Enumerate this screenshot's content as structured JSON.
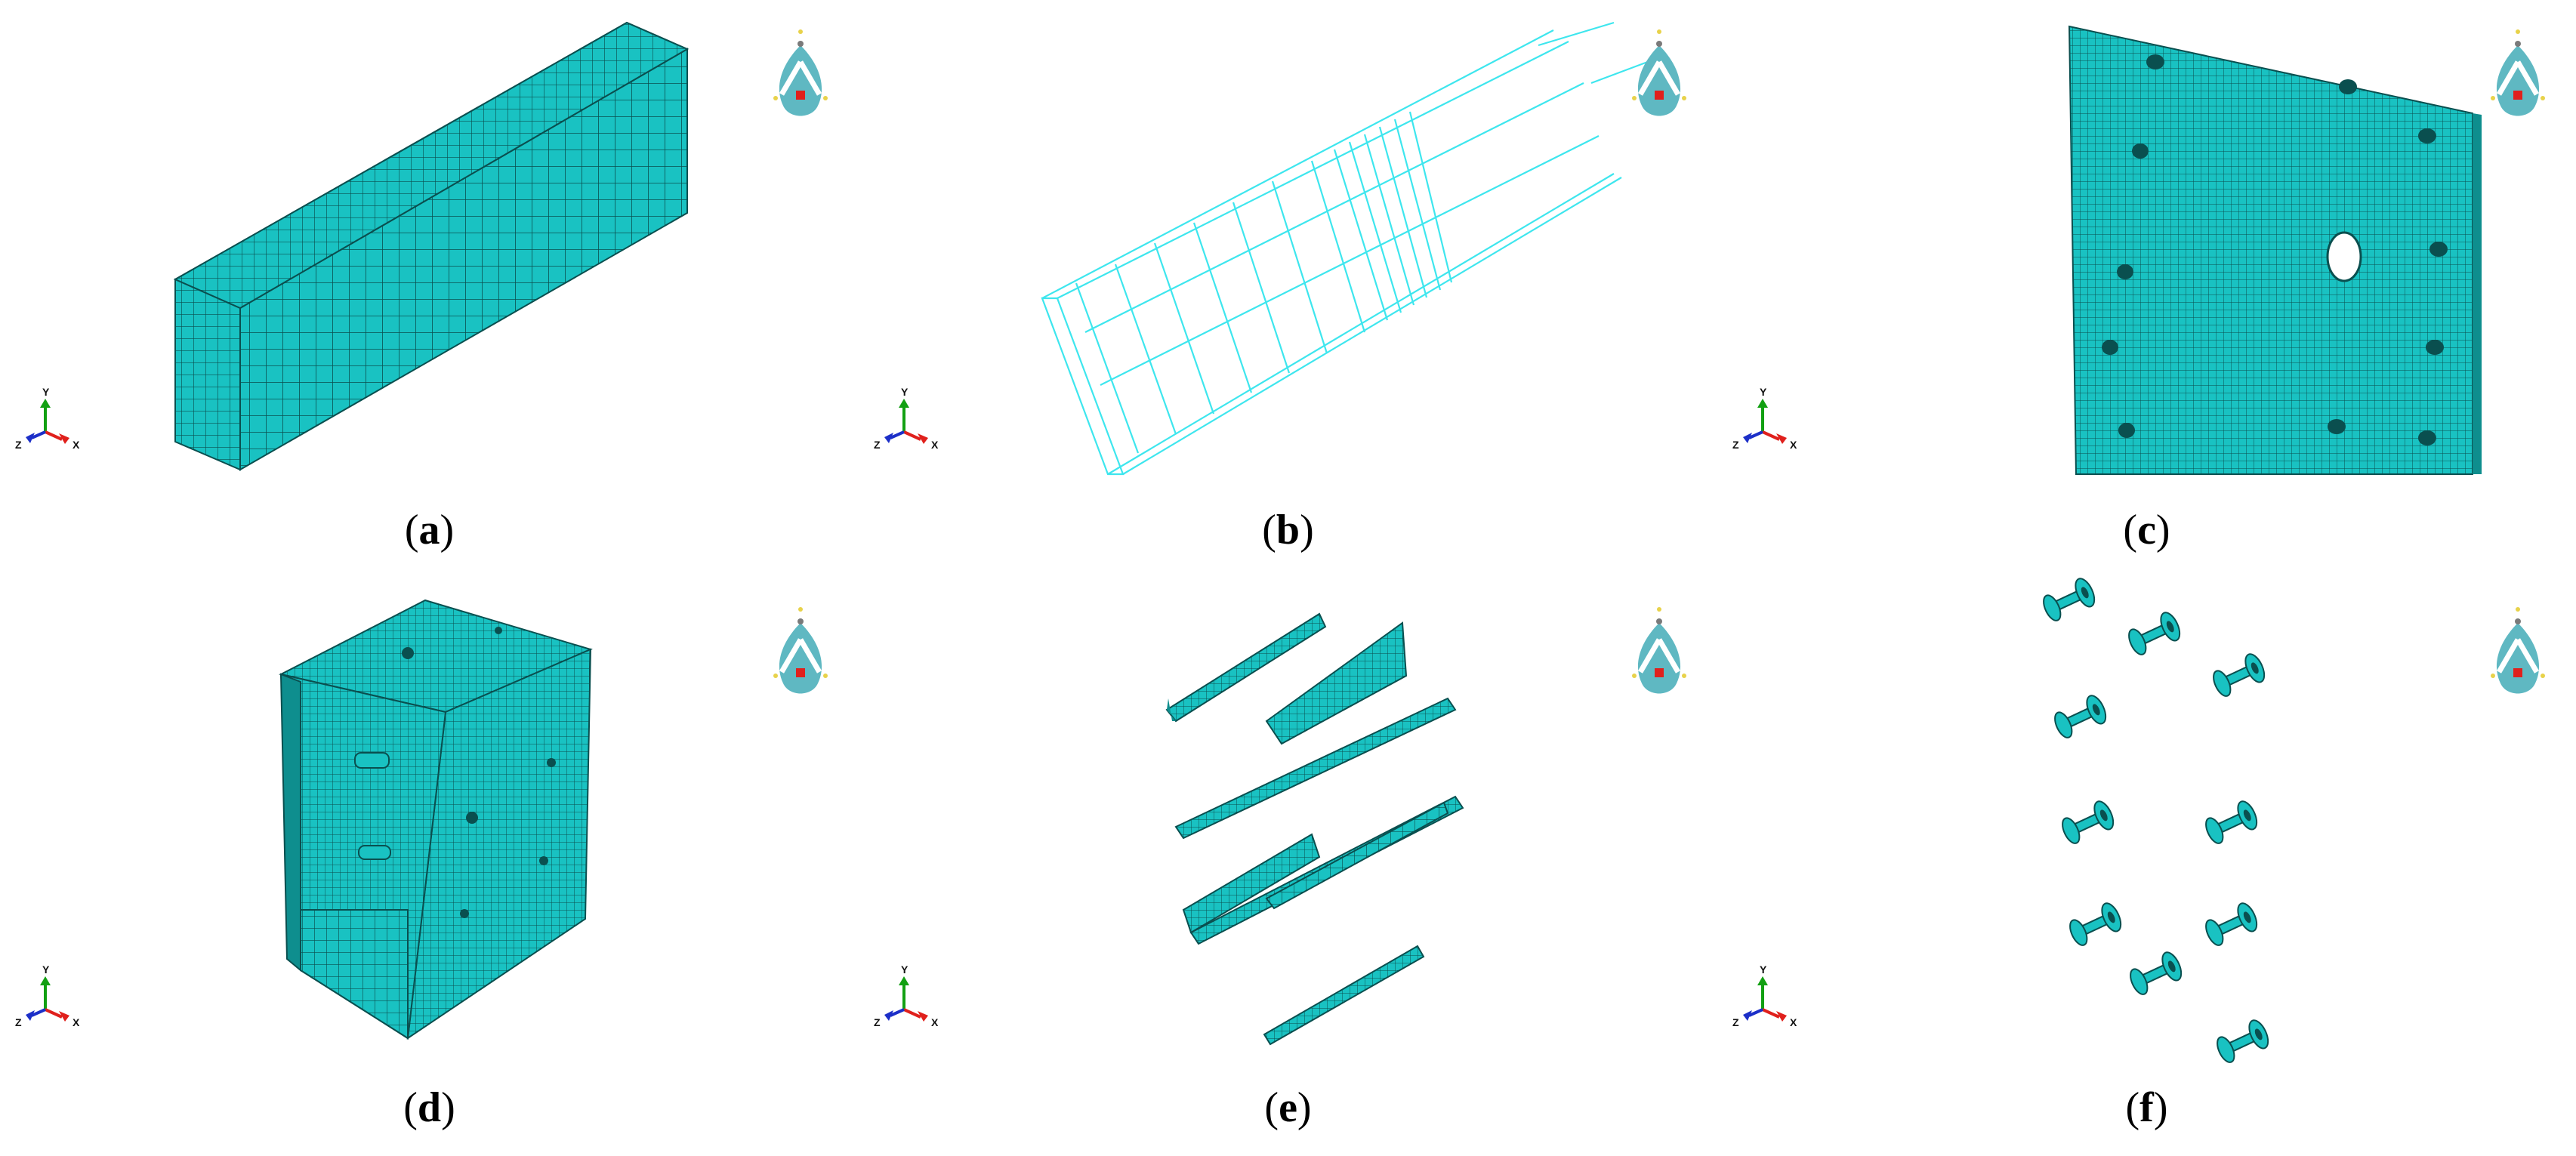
{
  "figure": {
    "panels": [
      {
        "id": "a",
        "caption_open": "(",
        "caption_letter": "a",
        "caption_close": ")"
      },
      {
        "id": "b",
        "caption_open": "(",
        "caption_letter": "b",
        "caption_close": ")"
      },
      {
        "id": "c",
        "caption_open": "(",
        "caption_letter": "c",
        "caption_close": ")"
      },
      {
        "id": "d",
        "caption_open": "(",
        "caption_letter": "d",
        "caption_close": ")"
      },
      {
        "id": "e",
        "caption_open": "(",
        "caption_letter": "e",
        "caption_close": ")"
      },
      {
        "id": "f",
        "caption_open": "(",
        "caption_letter": "f",
        "caption_close": ")"
      }
    ],
    "triad_labels": {
      "x": "X",
      "y": "Y",
      "z": "Z"
    },
    "colors": {
      "mesh_fill": "#19c2c2",
      "mesh_line": "#0a4f4f",
      "wire": "#3ee6ee",
      "compass": "#5fb8c2",
      "red": "#e0201c",
      "green": "#12a012",
      "blue": "#1c2fc8"
    }
  }
}
